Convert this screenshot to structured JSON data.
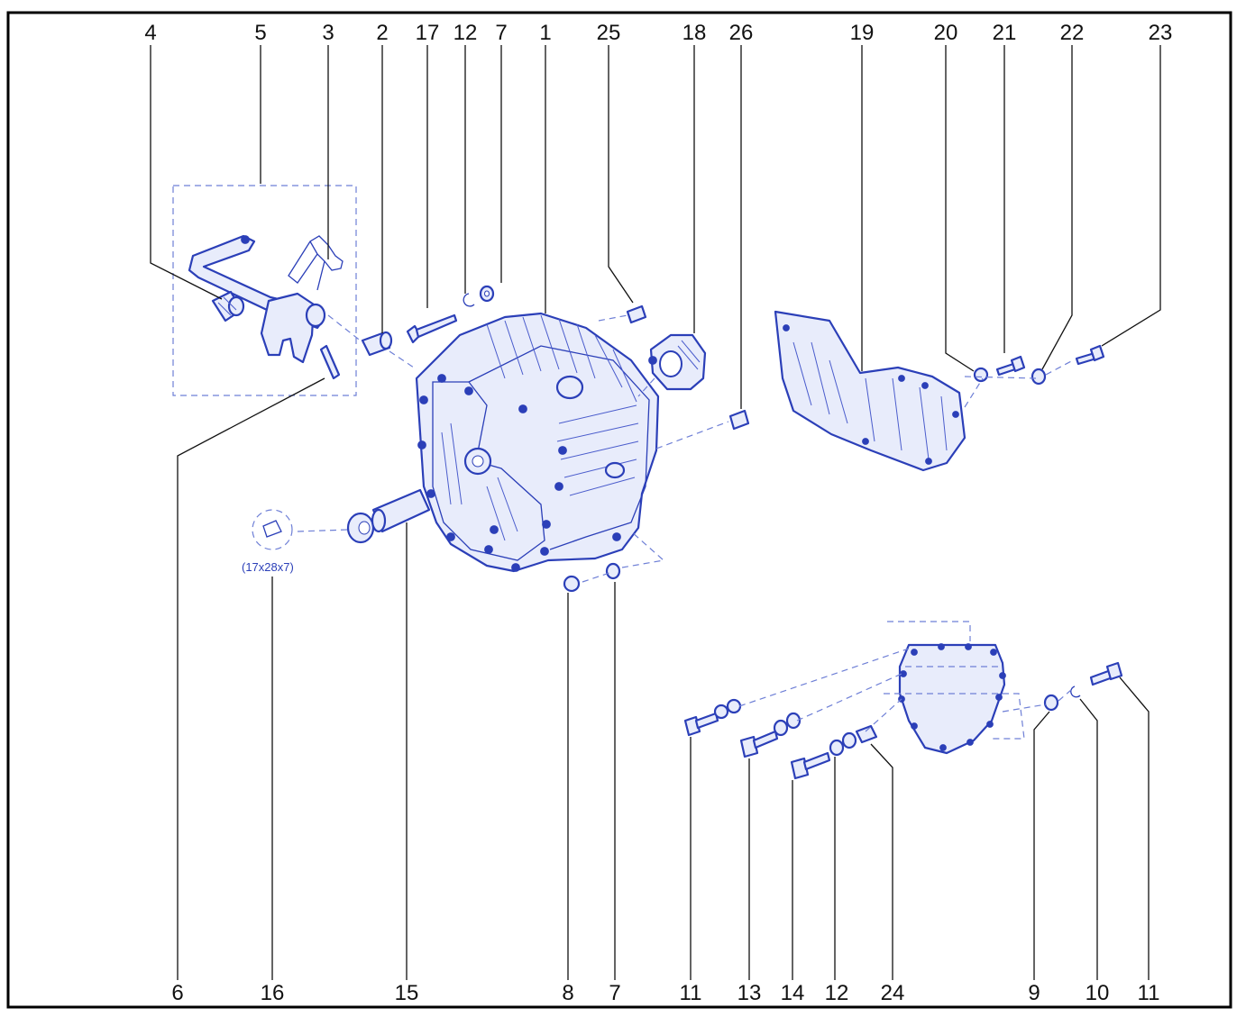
{
  "diagram": {
    "border_color": "#000000",
    "ink_color": "#2b3fb8",
    "top_callouts": [
      "4",
      "5",
      "3",
      "2",
      "17",
      "12",
      "7",
      "1",
      "25",
      "18",
      "26",
      "19",
      "20",
      "21",
      "22",
      "23"
    ],
    "bottom_callouts": [
      "6",
      "16",
      "15",
      "8",
      "7",
      "11",
      "13",
      "14",
      "12",
      "24",
      "9",
      "10",
      "11"
    ],
    "bearing_size_label": "(17x28x7)"
  }
}
